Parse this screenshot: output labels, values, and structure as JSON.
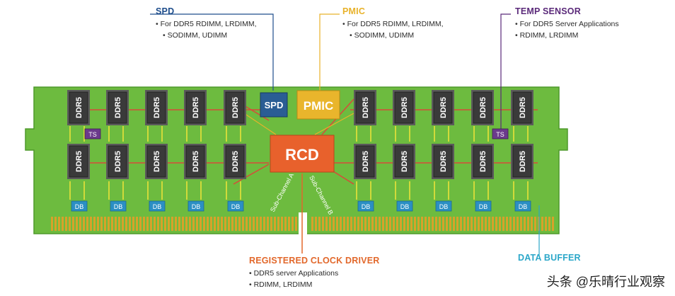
{
  "module": {
    "chip_label": "DDR5",
    "buffer_label": "DB",
    "temp_label": "TS",
    "spd_label": "SPD",
    "pmic_label": "PMIC",
    "rcd_label": "RCD",
    "sub_channel_a": "Sub-Channel A",
    "sub_channel_b": "Sub-Channel B"
  },
  "callouts": {
    "spd": {
      "title": "SPD",
      "color": "#1f4e8c",
      "items": [
        "For DDR5 RDIMM, LRDIMM,",
        "SODIMM, UDIMM"
      ]
    },
    "pmic": {
      "title": "PMIC",
      "color": "#e8b22a",
      "items": [
        "For DDR5 RDIMM, LRDIMM,",
        "SODIMM, UDIMM"
      ]
    },
    "temp_sensor": {
      "title": "TEMP SENSOR",
      "color": "#5b2a7a",
      "items": [
        "For DDR5 Server Applications",
        "RDIMM, LRDIMM"
      ]
    },
    "rcd": {
      "title": "REGISTERED CLOCK DRIVER",
      "color": "#e2682b",
      "items": [
        "DDR5 server Applications",
        "RDIMM, LRDIMM"
      ]
    },
    "data_buffer": {
      "title": "DATA BUFFER",
      "color": "#2ba7c9"
    }
  },
  "watermark": "头条 @乐晴行业观察",
  "colors": {
    "pcb": "#6dbb3f",
    "chip": "#3a3a3a",
    "rcd": "#e8612c",
    "pmic": "#e9b52c",
    "spd": "#2a5d94",
    "ts": "#6b3a8c",
    "db": "#2b8fc4",
    "gold": "#d7a22a",
    "trace": "#d84a3a"
  }
}
